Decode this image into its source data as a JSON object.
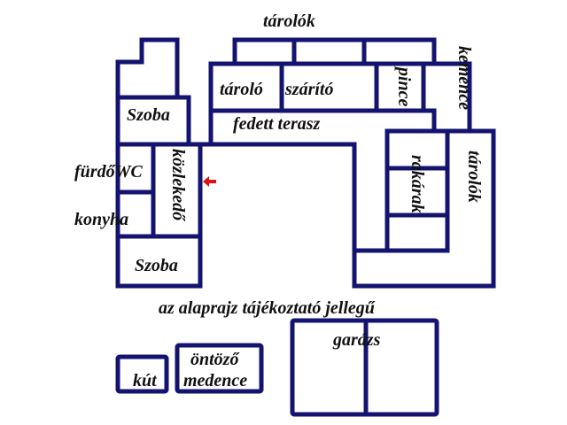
{
  "colors": {
    "wall": "#141470",
    "arrow": "#e01010",
    "text": "#111111"
  },
  "labels": {
    "tarolok_top": "tárolók",
    "kemence": "kemence",
    "tarolo": "tároló",
    "szarito": "szárító",
    "pince": "pince",
    "szoba_top": "Szoba",
    "fedett_terasz": "fedett terasz",
    "furdo_wc": "fürdőWC",
    "kozlekedo": "közlekedő",
    "rekamrak": "rakárak",
    "tarolok_right": "tárolók",
    "konyha": "konyha",
    "szoba_bottom": "Szoba",
    "note": "az alaprajz tájékoztató jellegű",
    "garazs": "garázs",
    "ontozo": "öntöző",
    "medence": "medence",
    "kut": "kút"
  },
  "icons": {
    "entrance": "arrow-left-icon"
  }
}
